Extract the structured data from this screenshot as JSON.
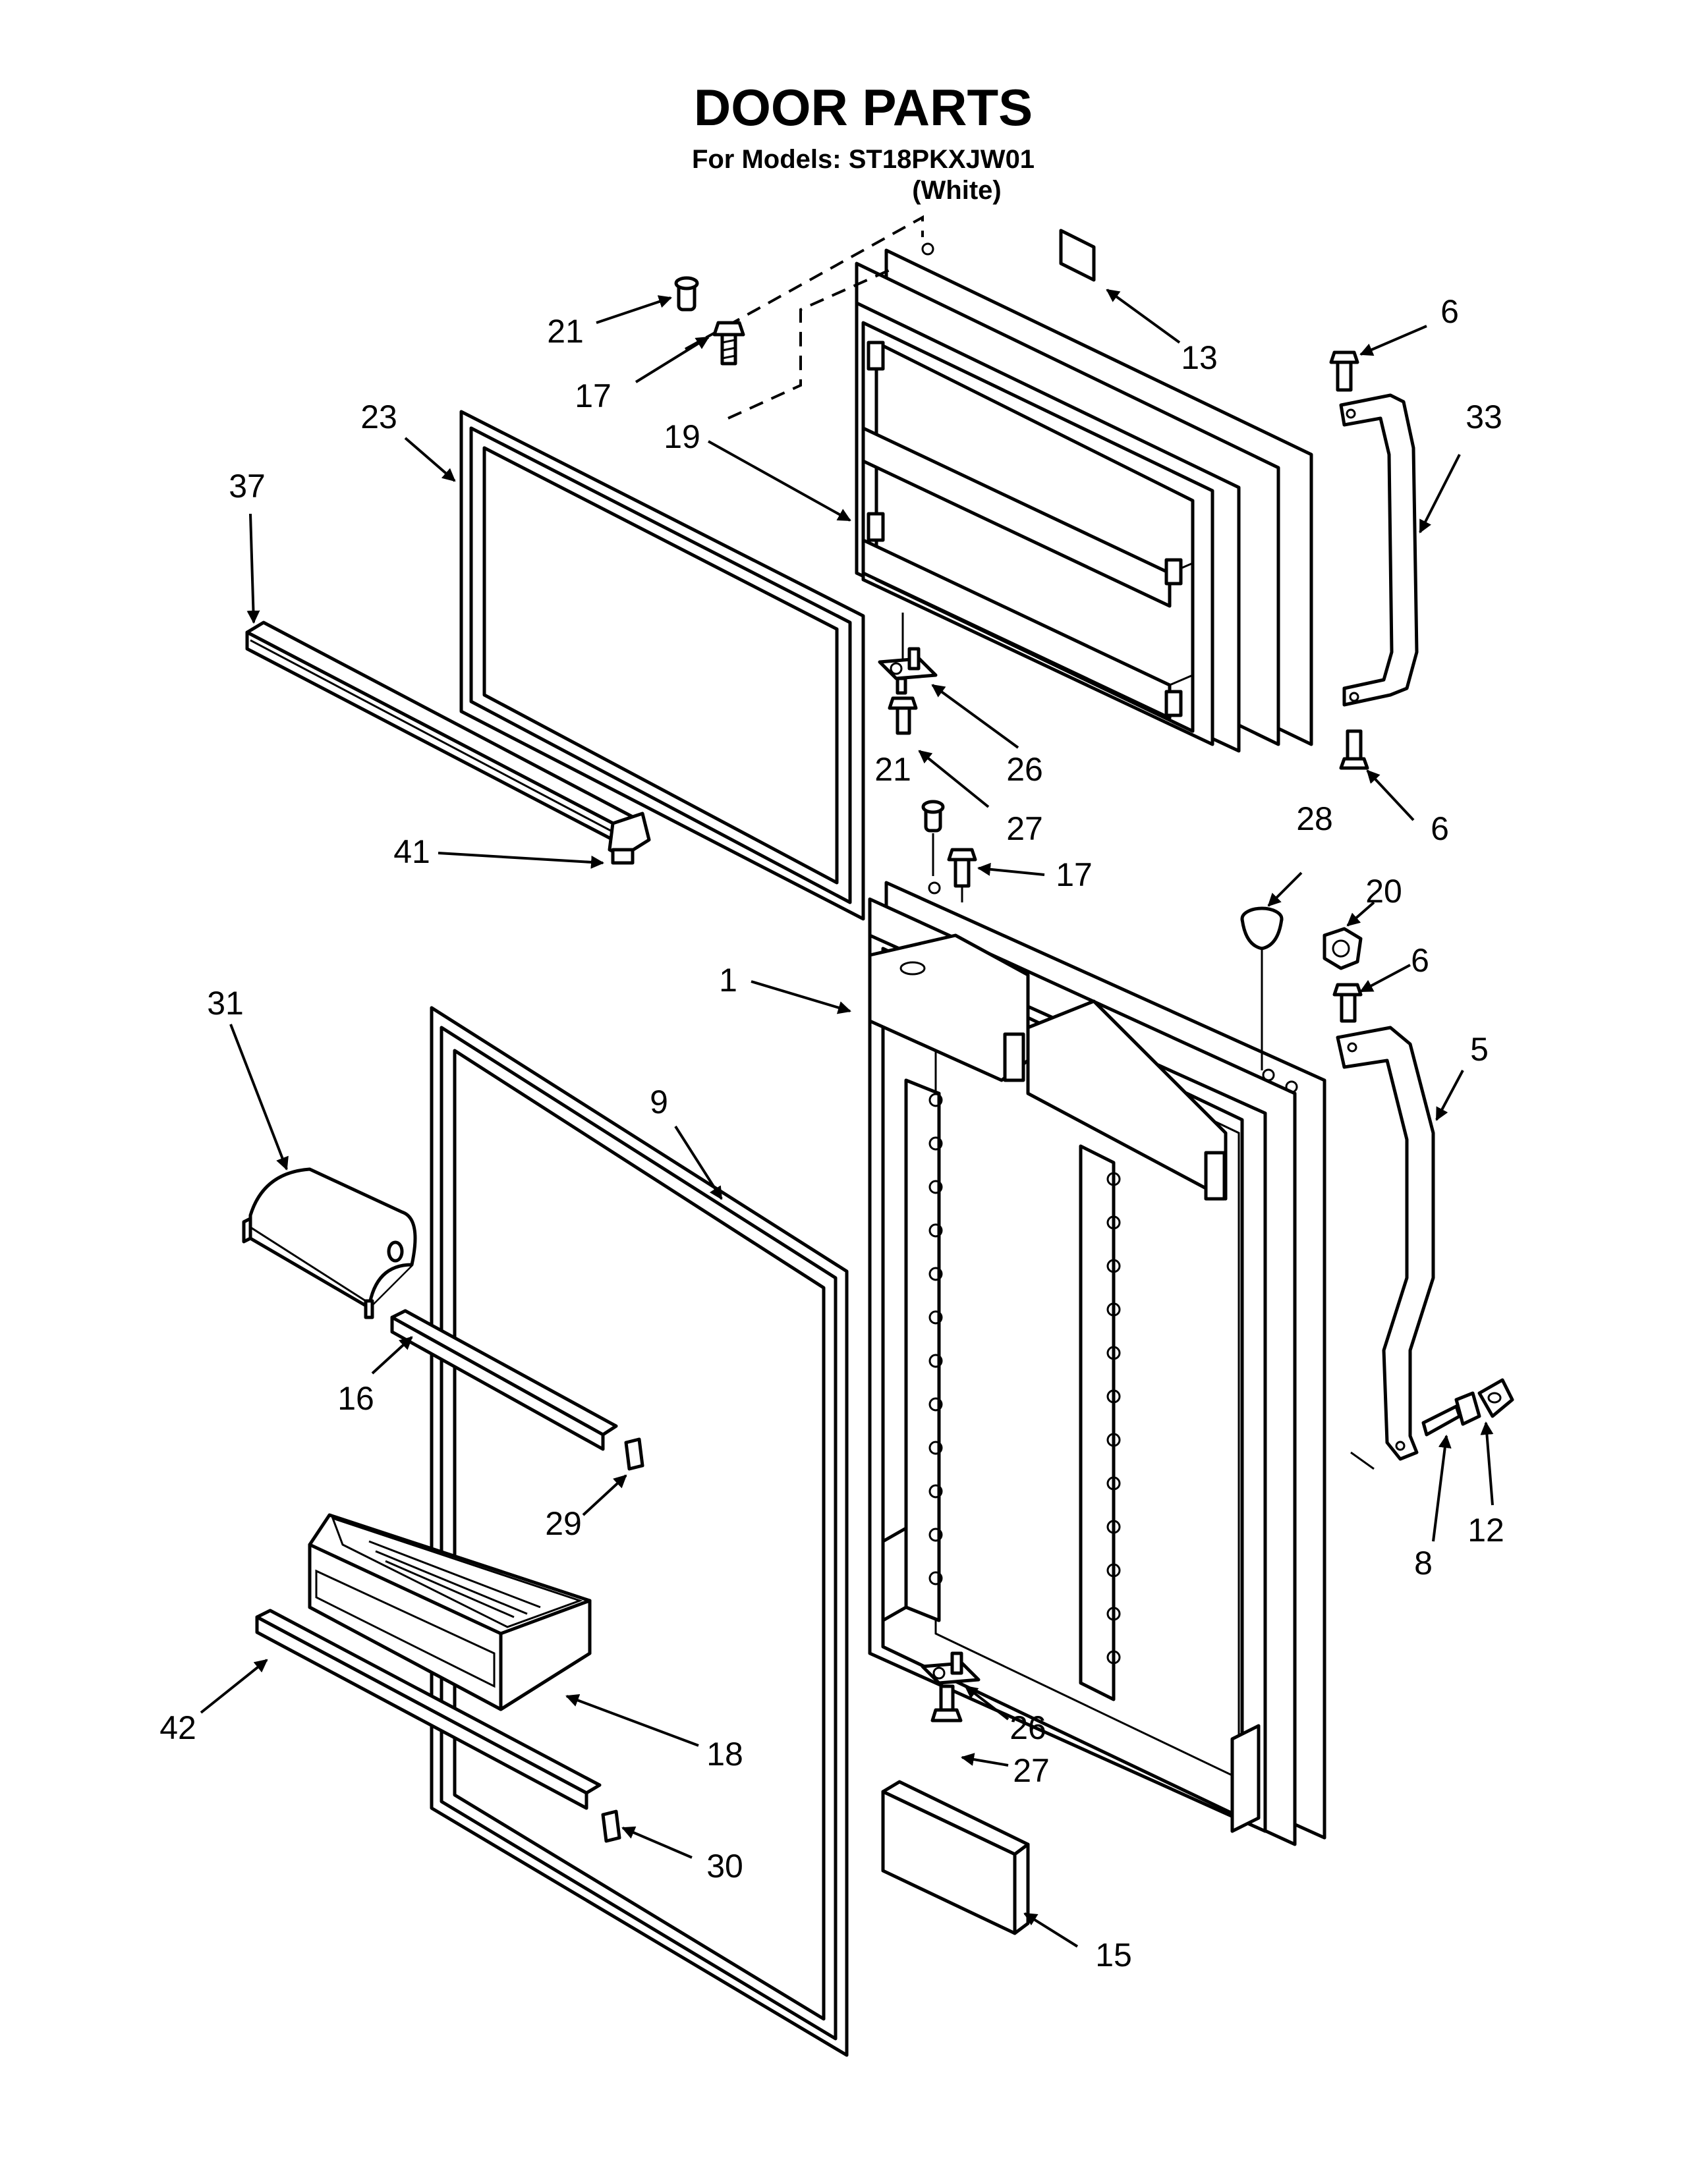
{
  "header": {
    "title": "DOOR PARTS",
    "models_line": "For Models: ST18PKXJW01",
    "color_line": "(White)"
  },
  "callouts": [
    {
      "id": "c-21a",
      "label": "21"
    },
    {
      "id": "c-17a",
      "label": "17"
    },
    {
      "id": "c-13",
      "label": "13"
    },
    {
      "id": "c-6a",
      "label": "6"
    },
    {
      "id": "c-33",
      "label": "33"
    },
    {
      "id": "c-23",
      "label": "23"
    },
    {
      "id": "c-19",
      "label": "19"
    },
    {
      "id": "c-37",
      "label": "37"
    },
    {
      "id": "c-26a",
      "label": "26"
    },
    {
      "id": "c-21b",
      "label": "21"
    },
    {
      "id": "c-27a",
      "label": "27"
    },
    {
      "id": "c-6b",
      "label": "6"
    },
    {
      "id": "c-41",
      "label": "41"
    },
    {
      "id": "c-17b",
      "label": "17"
    },
    {
      "id": "c-28",
      "label": "28"
    },
    {
      "id": "c-20",
      "label": "20"
    },
    {
      "id": "c-1",
      "label": "1"
    },
    {
      "id": "c-6c",
      "label": "6"
    },
    {
      "id": "c-31",
      "label": "31"
    },
    {
      "id": "c-5",
      "label": "5"
    },
    {
      "id": "c-9",
      "label": "9"
    },
    {
      "id": "c-16",
      "label": "16"
    },
    {
      "id": "c-29",
      "label": "29"
    },
    {
      "id": "c-8",
      "label": "8"
    },
    {
      "id": "c-12",
      "label": "12"
    },
    {
      "id": "c-42",
      "label": "42"
    },
    {
      "id": "c-26b",
      "label": "26"
    },
    {
      "id": "c-18",
      "label": "18"
    },
    {
      "id": "c-27b",
      "label": "27"
    },
    {
      "id": "c-30",
      "label": "30"
    },
    {
      "id": "c-15",
      "label": "15"
    }
  ]
}
